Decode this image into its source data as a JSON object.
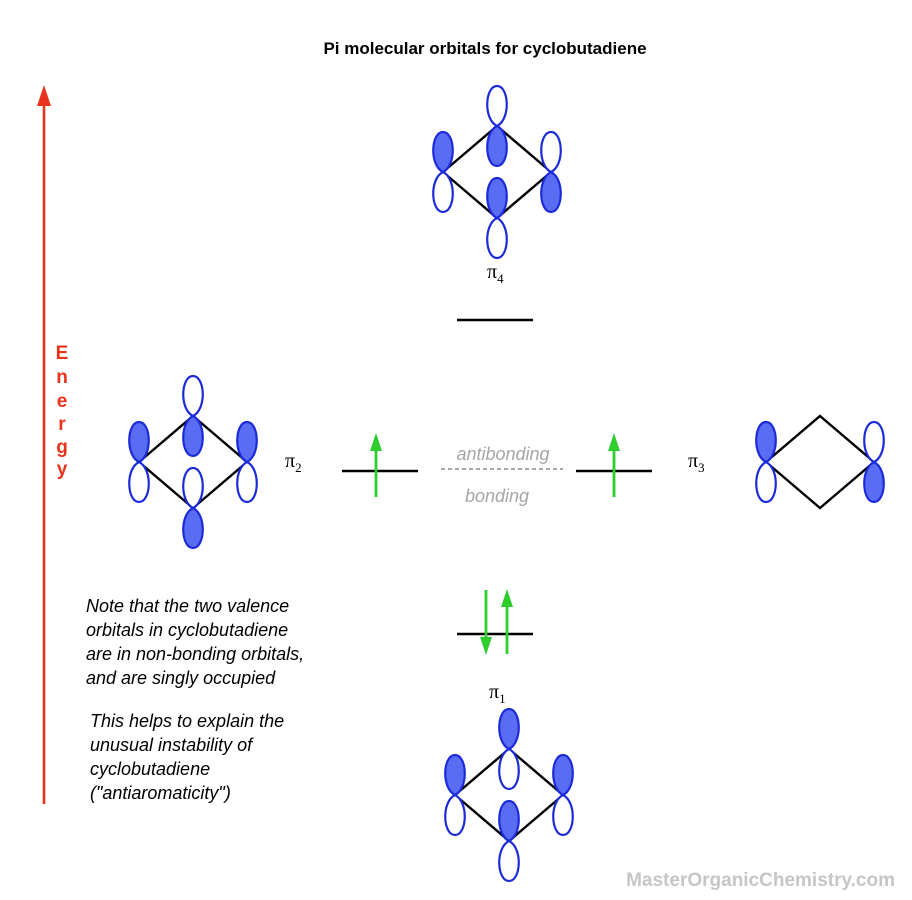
{
  "title": "Pi molecular orbitals for cyclobutadiene",
  "axis": {
    "letters": [
      "E",
      "n",
      "e",
      "r",
      "g",
      "y"
    ],
    "color": "#e8341c"
  },
  "orbitals": {
    "pi4": {
      "symbol": "π",
      "sub": "4"
    },
    "pi2": {
      "symbol": "π",
      "sub": "2"
    },
    "pi3": {
      "symbol": "π",
      "sub": "3"
    },
    "pi1": {
      "symbol": "π",
      "sub": "1"
    }
  },
  "divider": {
    "above": "antibonding",
    "below": "bonding"
  },
  "notes": {
    "note1": [
      "Note that the two valence",
      "orbitals in cyclobutadiene",
      "are in non-bonding orbitals,",
      "and are singly occupied"
    ],
    "note2": [
      "This helps to explain the",
      "unusual instability of",
      "cyclobutadiene",
      "(\"antiaromaticity\")"
    ]
  },
  "watermark": "MasterOrganicChemistry.com",
  "colors": {
    "lobe_fill": "#5b6cf4",
    "lobe_outline": "#1c2bd8",
    "electron": "#2ccd2c"
  }
}
